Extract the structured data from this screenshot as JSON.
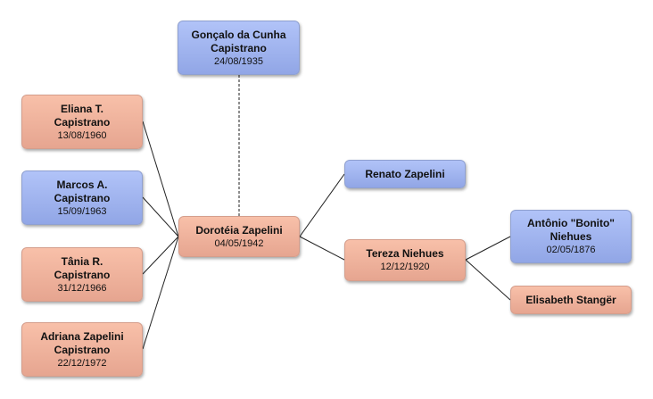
{
  "people": {
    "goncalo": {
      "name": "Gonçalo da Cunha Capistrano",
      "date": "24/08/1935"
    },
    "eliana": {
      "name": "Eliana T. Capistrano",
      "date": "13/08/1960"
    },
    "marcos": {
      "name": "Marcos A. Capistrano",
      "date": "15/09/1963"
    },
    "tania": {
      "name": "Tânia R. Capistrano",
      "date": "31/12/1966"
    },
    "adriana": {
      "name": "Adriana Zapelini Capistrano",
      "date": "22/12/1972"
    },
    "doroteia": {
      "name": "Dorotéia Zapelini",
      "date": "04/05/1942"
    },
    "renato": {
      "name": "Renato Zapelini",
      "date": ""
    },
    "tereza": {
      "name": "Tereza Niehues",
      "date": "12/12/1920"
    },
    "antonio": {
      "name": "Antônio \"Bonito\" Niehues",
      "date": "02/05/1876"
    },
    "elisabeth": {
      "name": "Elisabeth Stangër",
      "date": ""
    }
  },
  "colors": {
    "male": "#a3b6f1",
    "female": "#f2b49e",
    "line": "#222222"
  }
}
